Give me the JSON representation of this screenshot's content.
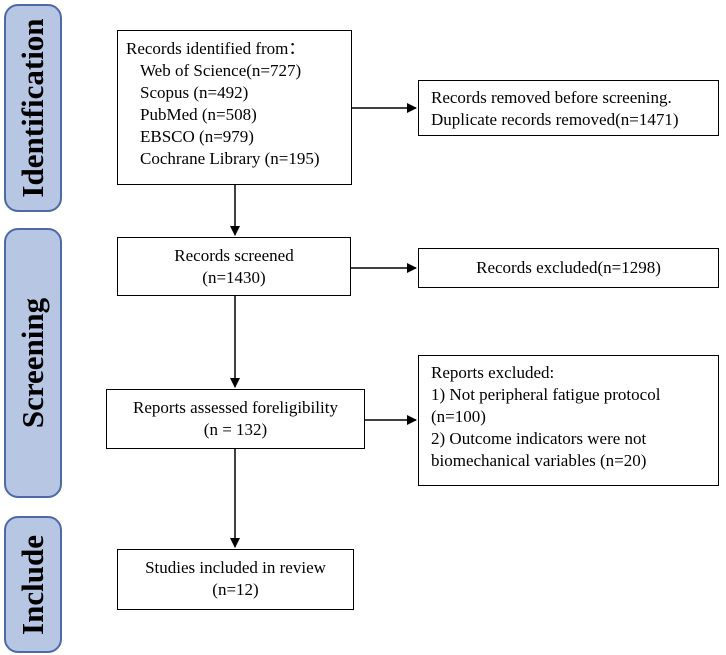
{
  "phases": {
    "identification": "Identification",
    "screening": "Screening",
    "include": "Include"
  },
  "boxes": {
    "identified": {
      "heading": "Records identified from：",
      "sources": [
        "Web of Science(n=727)",
        "Scopus (n=492)",
        "PubMed (n=508)",
        "EBSCO (n=979)",
        "Cochrane Library (n=195)"
      ]
    },
    "removed": {
      "lines": [
        "Records removed before screening.",
        "Duplicate records removed(n=1471)"
      ]
    },
    "screened": {
      "lines": [
        "Records screened",
        "(n=1430)"
      ]
    },
    "excluded": {
      "lines": [
        "Records excluded(n=1298)"
      ]
    },
    "assessed": {
      "lines": [
        "Reports assessed foreligibility",
        "(n = 132)"
      ]
    },
    "reports_excluded": {
      "lines": [
        "Reports excluded:",
        "1) Not peripheral fatigue protocol",
        "(n=100)",
        "2) Outcome indicators were not",
        "biomechanical variables (n=20)"
      ]
    },
    "included": {
      "lines": [
        "Studies included in review",
        "(n=12)"
      ]
    }
  }
}
